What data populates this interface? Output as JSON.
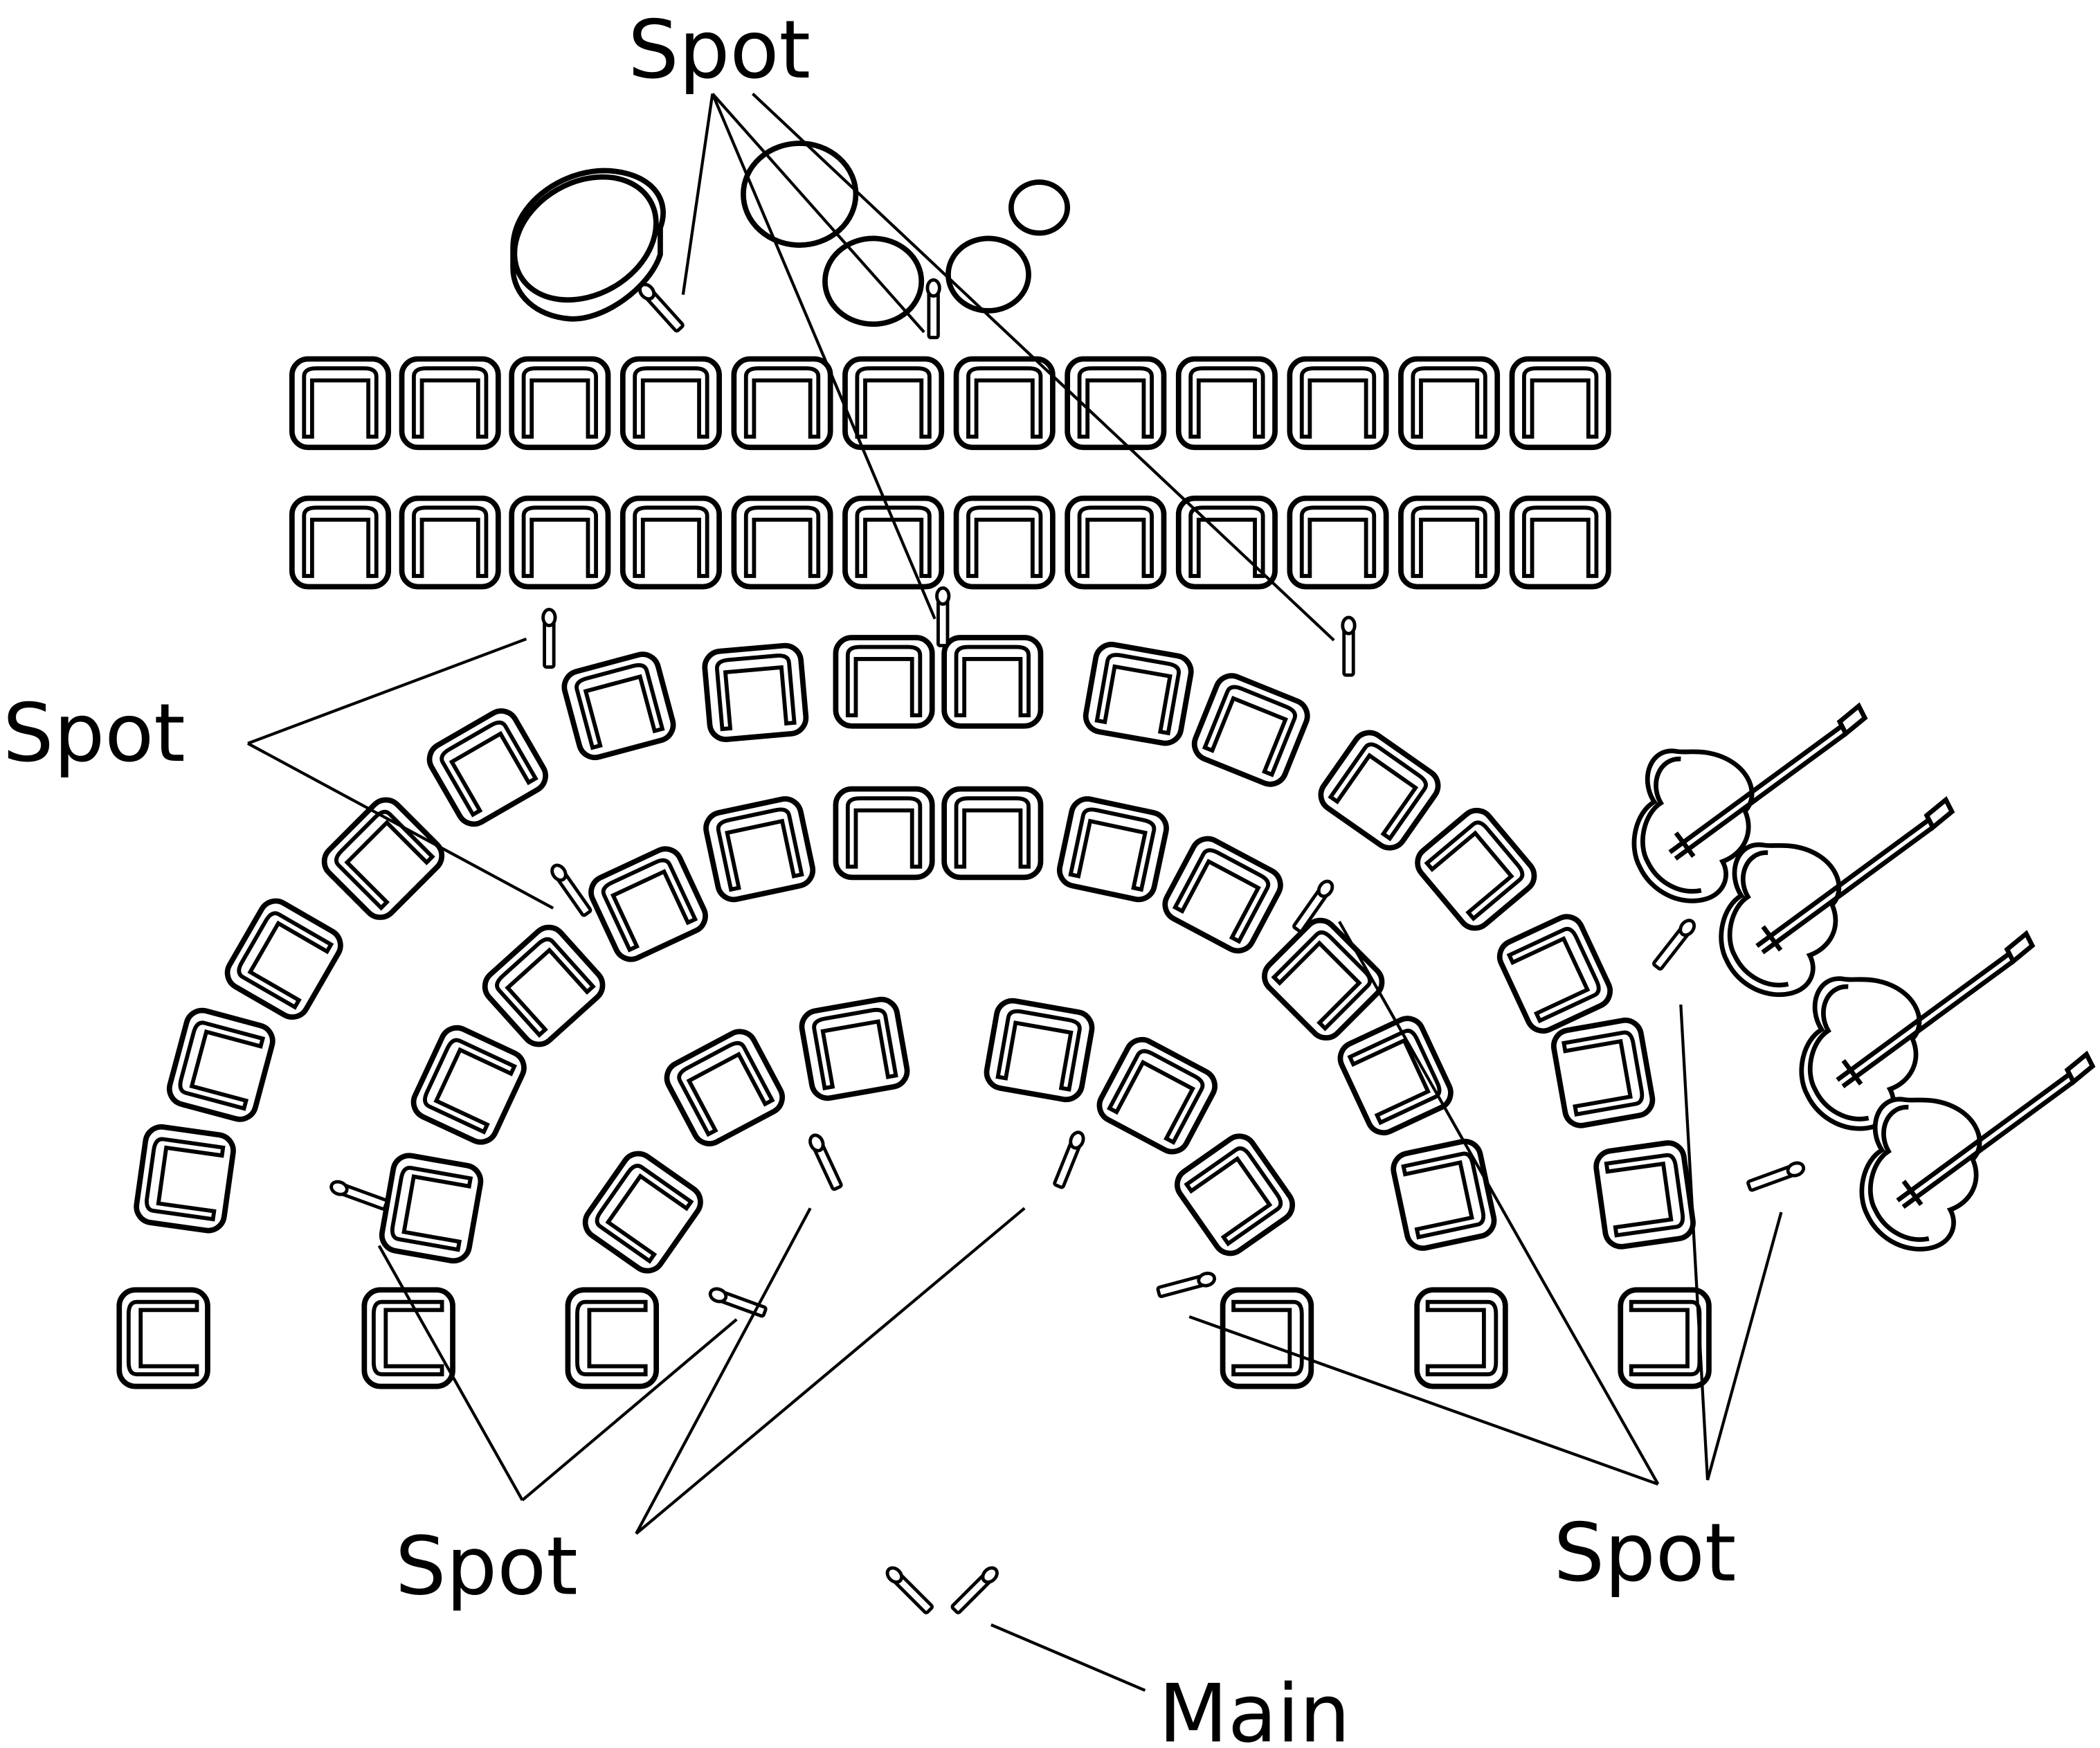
{
  "labels": {
    "spot_top": "Spot",
    "spot_left": "Spot",
    "spot_bottom_left": "Spot",
    "spot_bottom_right": "Spot",
    "main": "Main"
  },
  "icons": {
    "chair": "chair-icon",
    "microphone": "microphone-icon",
    "drum": "timpani-drum-icon",
    "bass": "double-bass-icon"
  },
  "colors": {
    "line": "#000000",
    "background": "#ffffff"
  }
}
